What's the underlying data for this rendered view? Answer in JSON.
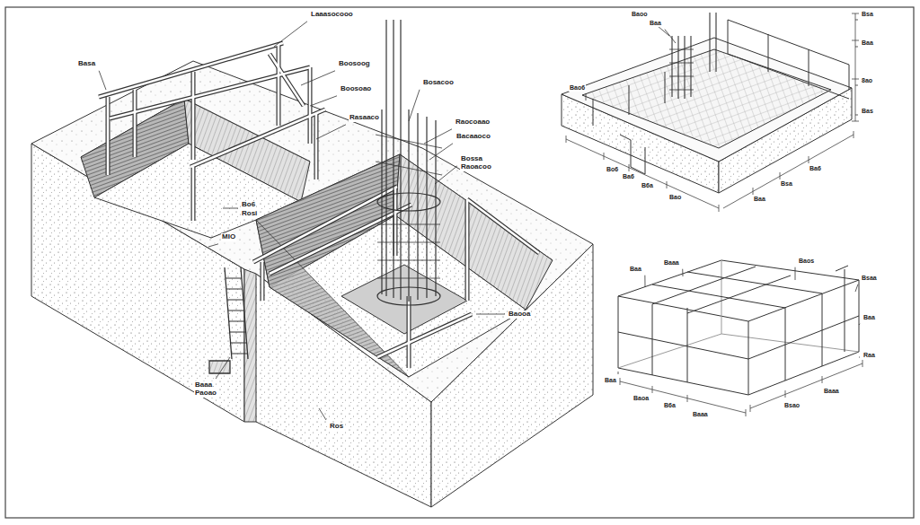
{
  "diagram": {
    "labels": [
      "Laaasocooo",
      "Basa",
      "Boosoog",
      "Boosoao",
      "Bosacoo",
      "Rasaaco",
      "Raocoaao",
      "Bacaaoco",
      "Bossa",
      "Raoacoo",
      "Bo6",
      "Rosi",
      "MIO",
      "Baooa",
      "Baaa",
      "Paoao",
      "Ros",
      "Baoo",
      "Baa",
      "Bao6",
      "Bsa",
      "Baa",
      "8ao",
      "Bas",
      "Bo6",
      "Ba6",
      "B6a",
      "Bao",
      "Baa",
      "Bsa",
      "Ba6",
      "Baa",
      "Baaa",
      "Baos",
      "Bsaa",
      "Baa",
      "Raa",
      "Baa",
      "Baoa",
      "B6a",
      "Baaa",
      "Bsao",
      "Baaa"
    ]
  }
}
